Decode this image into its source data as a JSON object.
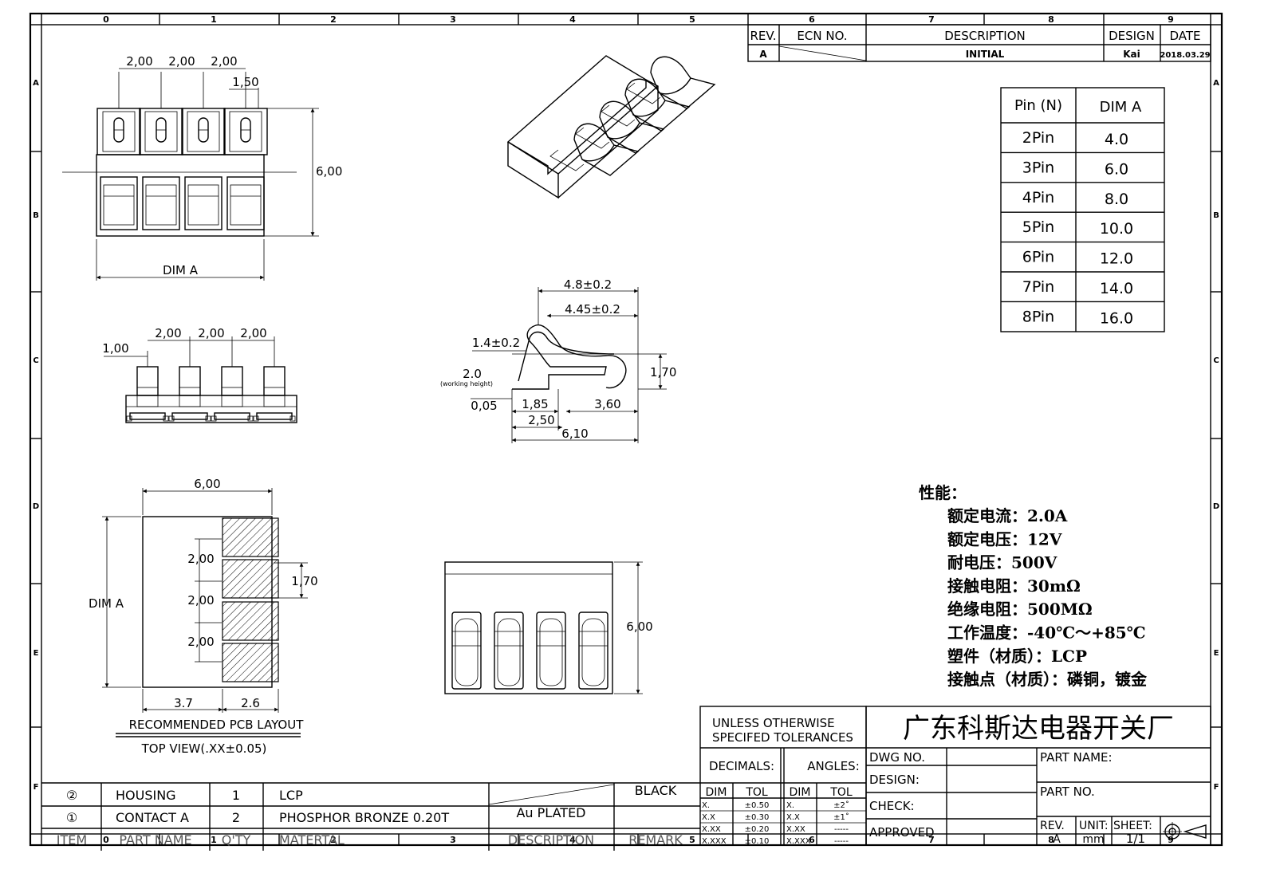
{
  "border": {
    "col_labels": [
      "0",
      "1",
      "2",
      "3",
      "4",
      "5",
      "6",
      "7",
      "8",
      "9"
    ],
    "row_labels": [
      "A",
      "B",
      "C",
      "D",
      "E",
      "F"
    ]
  },
  "revision": {
    "headers": {
      "rev": "REV.",
      "ecn": "ECN NO.",
      "description": "DESCRIPTION",
      "design": "DESIGN",
      "date": "DATE"
    },
    "row": {
      "rev": "A",
      "description": "INITIAL",
      "design": "Kai",
      "date": "2018.03.29"
    }
  },
  "pin_table": {
    "headers": [
      "Pin (N)",
      "DIM  A"
    ],
    "rows": [
      [
        "2Pin",
        "4.0"
      ],
      [
        "3Pin",
        "6.0"
      ],
      [
        "4Pin",
        "8.0"
      ],
      [
        "5Pin",
        "10.0"
      ],
      [
        "6Pin",
        "12.0"
      ],
      [
        "7Pin",
        "14.0"
      ],
      [
        "8Pin",
        "16.0"
      ]
    ]
  },
  "specs": {
    "title": "性能：",
    "lines": [
      "额定电流：2.0A",
      "额定电压：12V",
      "耐电压：500V",
      "接触电阻：30mΩ",
      "绝缘电阻：500MΩ",
      "工作温度：-40℃～+85℃",
      "塑件（材质）：LCP",
      "接触点（材质）：磷铜，镀金"
    ]
  },
  "dims": {
    "top": {
      "pitch": "2,00",
      "width": "1,50",
      "height": "6,00",
      "dim_a": "DIM  A"
    },
    "front": {
      "offset": "1,00",
      "pitch": "2,00"
    },
    "side": {
      "d48": "4.8±0.2",
      "d445": "4.45±0.2",
      "d14": "1.4±0.2",
      "d20": "2.0",
      "working": "(working height)",
      "d005": "0,05",
      "d185": "1,85",
      "d250": "2,50",
      "d360": "3,60",
      "d610": "6,10",
      "d170": "1,70"
    },
    "pcb": {
      "d600": "6,00",
      "d200": "2,00",
      "d170": "1,70",
      "dim_a": "DIM  A",
      "d37": "3.7",
      "d26": "2.6",
      "title": "RECOMMENDED PCB LAYOUT",
      "subtitle": "TOP VIEW(.XX±0.05)"
    },
    "bottom": {
      "d600": "6,00"
    }
  },
  "bom": {
    "rows": [
      {
        "item": "②",
        "part": "HOUSING",
        "qty": "1",
        "material": "LCP",
        "description": "",
        "remark": "BLACK"
      },
      {
        "item": "①",
        "part": "CONTACT A",
        "qty": "2",
        "material": "PHOSPHOR BRONZE 0.20T",
        "description": "Au PLATED",
        "remark": ""
      }
    ],
    "header": {
      "item": "ITEM",
      "part": "PART NAME",
      "qty": "Q'TY",
      "material": "MATERTAL",
      "description": "DESCRIPTION",
      "remark": "REMARK"
    }
  },
  "tolerance": {
    "title1": "UNLESS OTHERWISE",
    "title2": "SPECIFED TOLERANCES",
    "decimals": "DECIMALS:",
    "angles": "ANGLES:",
    "dim": "DIM",
    "tol": "TOL",
    "dec_rows": [
      [
        "X.",
        "±0.50"
      ],
      [
        "X.X",
        "±0.30"
      ],
      [
        "X.XX",
        "±0.20"
      ],
      [
        "X.XXX",
        "±0.10"
      ]
    ],
    "ang_rows": [
      [
        "X.",
        "±2˚"
      ],
      [
        "X.X",
        "±1˚"
      ],
      [
        "X.XX",
        "-----"
      ],
      [
        "X.XXX",
        "-----"
      ]
    ]
  },
  "title_block": {
    "company": "广东科斯达电器开关厂",
    "dwg_no": "DWG NO.",
    "design": "DESIGN:",
    "check": "CHECK:",
    "approved": "APPROVED",
    "part_name": "PART NAME:",
    "part_no": "PART NO.",
    "rev_label": "REV.",
    "rev_value": "A",
    "unit_label": "UNIT:",
    "unit_value": "mm",
    "sheet_label": "SHEET:",
    "sheet_value": "1/1"
  }
}
